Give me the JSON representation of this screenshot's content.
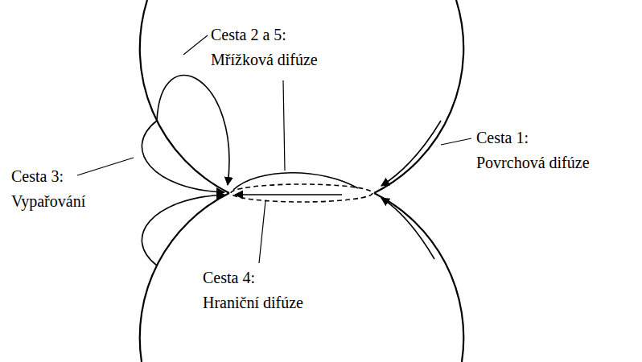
{
  "diagram": {
    "labels": [
      "Cesta 2 a 5: Mřížková difúze",
      "Cesta 1: Povrchová difúze",
      "Cesta 3: Vypařování",
      "Cesta 4: Hraniční difúze"
    ]
  }
}
